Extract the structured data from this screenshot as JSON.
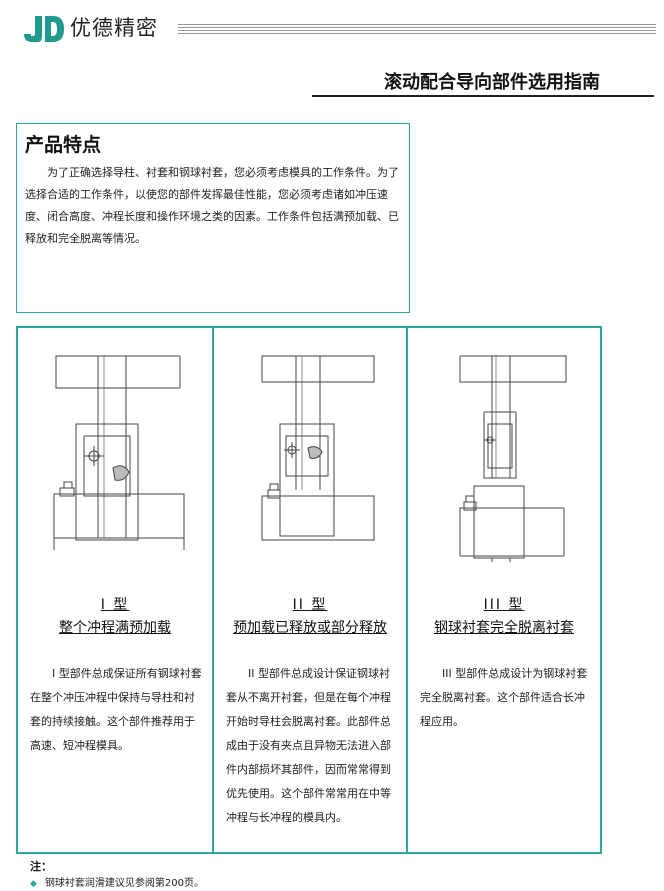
{
  "header": {
    "logo_text": "JD",
    "brand": "优德精密",
    "guide_title": "滚动配合导向部件选用指南"
  },
  "colors": {
    "accent": "#2aa89a",
    "logo": "#1f9a8c"
  },
  "features": {
    "heading": "产品特点",
    "body": "为了正确选择导柱、衬套和钢球衬套，您必须考虑模具的工作条件。为了选择合适的工作条件，以使您的部件发挥最佳性能，您必须考虑诸如冲压速度、闭合高度、冲程长度和操作环境之类的因素。工作条件包括满预加载、已释放和完全脱离等情况。"
  },
  "types": [
    {
      "label": "I 型",
      "name": "整个冲程满预加载",
      "description": "I 型部件总成保证所有钢球衬套在整个冲压冲程中保持与导柱和衬套的持续接触。这个部件推荐用于高速、短冲程模具。"
    },
    {
      "label": "II 型",
      "name": "预加载已释放或部分释放",
      "description": "II 型部件总成设计保证钢球衬套从不离开衬套，但是在每个冲程开始时导柱会脱离衬套。此部件总成由于没有夹点且异物无法进入部件内部损坏其部件，因而常常得到优先使用。这个部件常常用在中等冲程与长冲程的模具内。"
    },
    {
      "label": "III 型",
      "name": "钢球衬套完全脱离衬套",
      "description": "III 型部件总成设计为钢球衬套完全脱离衬套。这个部件适合长冲程应用。"
    }
  ],
  "note": {
    "title": "注：",
    "items": [
      "钢球衬套润滑建议见参阅第200页。"
    ]
  }
}
